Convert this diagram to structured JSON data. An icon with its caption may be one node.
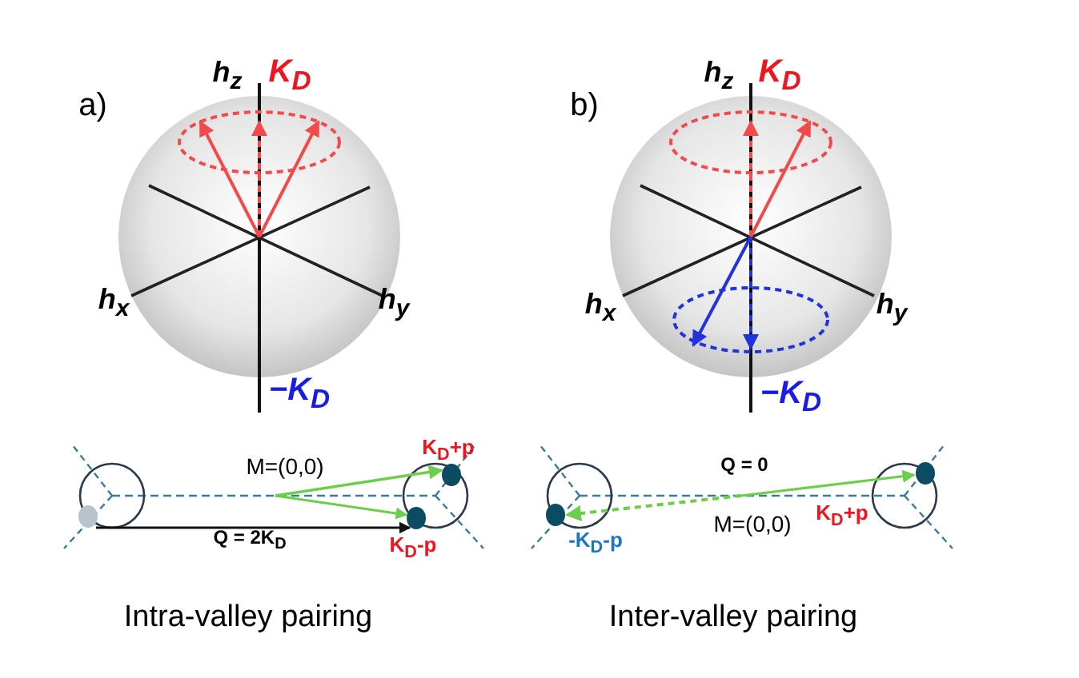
{
  "diagram": {
    "labels": [
      "a)",
      "h$_{z}$",
      "K$_{D}$",
      "h$_{x}$",
      "h$_{y}$",
      "−K$_{D}$",
      "b)",
      "h$_{z}$",
      "K$_{D}$",
      "h$_{x}$",
      "h$_{y}$",
      "−K$_{D}$",
      "M=(0,0)",
      "K$_{D}$+p",
      "Q = 2K$_{D}$",
      "K$_{D}$-p",
      "Q = 0",
      "M=(0,0)",
      "K$_{D}$+p",
      "-K$_{D}$-p",
      "Intra-valley pairing",
      "Inter-valley pairing"
    ]
  }
}
